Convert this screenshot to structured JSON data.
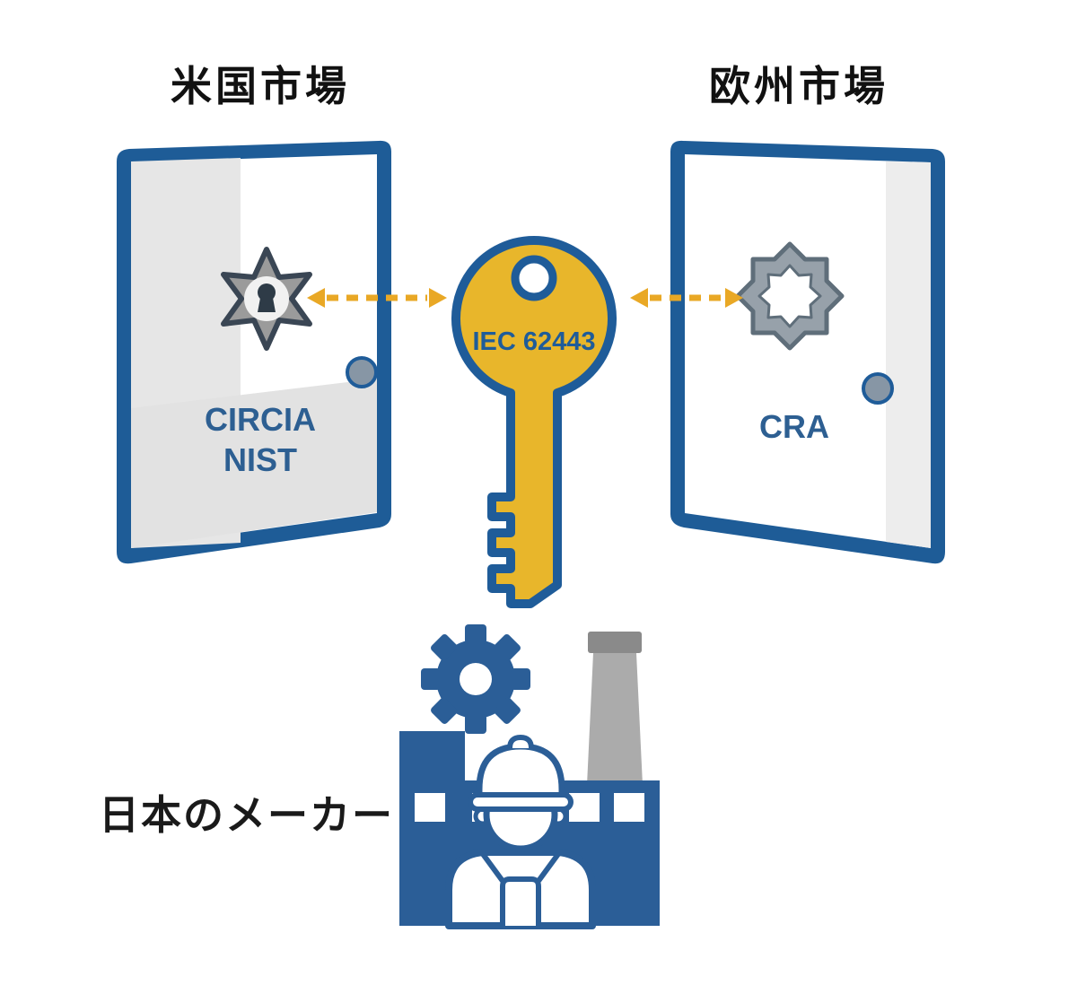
{
  "titles": {
    "us_market": "米国市場",
    "eu_market": "欧州市場"
  },
  "doors": {
    "left": {
      "line1": "CIRCIA",
      "line2": "NIST"
    },
    "right": {
      "label": "CRA"
    }
  },
  "key": {
    "label": "IEC 62443"
  },
  "manufacturer": {
    "label": "日本のメーカー"
  },
  "icons": {
    "key_icon": "gold key with round head and teeth",
    "star_keyhole_icon": "six-point star plate with keyhole",
    "gear_keyhole_icon": "scalloped gear-shaped socket",
    "left_arrow_icon": "double-headed dashed arrow",
    "right_arrow_icon": "double-headed dashed arrow",
    "factory_icon": "factory building with chimney",
    "gear_icon": "cog wheel",
    "worker_icon": "worker with hard hat",
    "door_knob_icon": "round door knob"
  },
  "colors": {
    "door_blue": "#1E5C97",
    "factory_blue": "#2B5E97",
    "key_gold": "#E8B62B",
    "arrow_gold": "#E9A825",
    "label_blue": "#2D5F92",
    "keyhole_gray": "#9B9B9B",
    "panel_gray": "#E4E4E4",
    "chimney_gray": "#ABABAB",
    "text_black": "#111111",
    "background": "#FFFFFF"
  }
}
